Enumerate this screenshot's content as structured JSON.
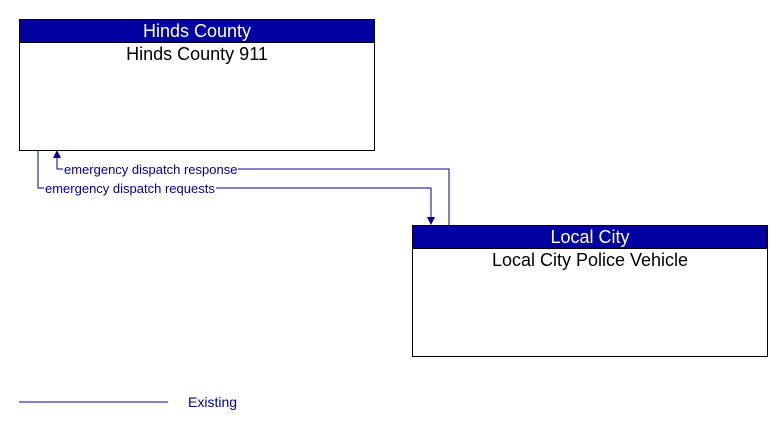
{
  "diagram": {
    "nodes": [
      {
        "id": "hinds",
        "header": "Hinds County",
        "title": "Hinds County 911"
      },
      {
        "id": "localcity",
        "header": "Local City",
        "title": "Local City Police Vehicle"
      }
    ],
    "flows": [
      {
        "label": "emergency dispatch response",
        "from": "Local City Police Vehicle",
        "to": "Hinds County 911",
        "status": "Existing"
      },
      {
        "label": "emergency dispatch requests",
        "from": "Hinds County 911",
        "to": "Local City Police Vehicle",
        "status": "Existing"
      }
    ],
    "legend": [
      {
        "label": "Existing",
        "color": "#0000A0"
      }
    ],
    "colors": {
      "header_bg": "#0000A0",
      "flow_line": "#0000A0",
      "border": "#000000"
    }
  }
}
